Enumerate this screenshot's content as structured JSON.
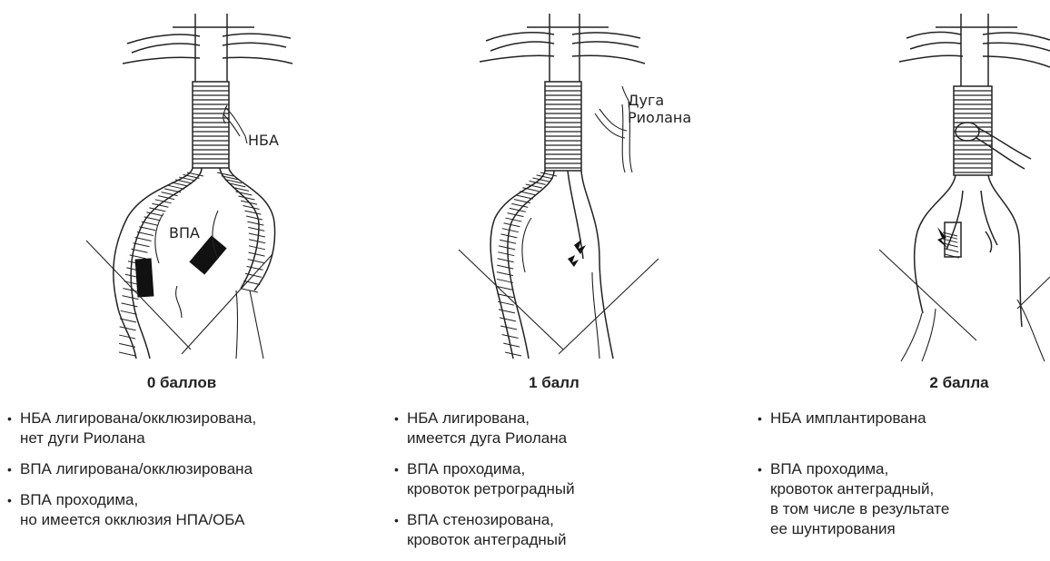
{
  "panels": [
    {
      "score": "0 баллов",
      "labels": {
        "nba": "НБА",
        "vpa": "ВПА"
      },
      "bullets": [
        "НБА лигирована/окклюзирована,\nнет дуги Риолана",
        "ВПА лигирована/окклюзирована",
        "ВПА проходима,\nно имеется окклюзия НПА/ОБА"
      ]
    },
    {
      "score": "1 балл",
      "labels": {
        "riolan_1": "Дуга",
        "riolan_2": "Риолана"
      },
      "bullets": [
        "НБА лигирована,\nимеется дуга Риолана",
        "ВПА проходима,\nкровоток ретроградный",
        "ВПА стенозирована,\nкровоток антеградный"
      ]
    },
    {
      "score": "2 балла",
      "bullets": [
        "НБА имплантирована",
        "ВПА проходима,\nкровоток антеградный,\nв том числе в результате\nее шунтирования"
      ]
    }
  ]
}
